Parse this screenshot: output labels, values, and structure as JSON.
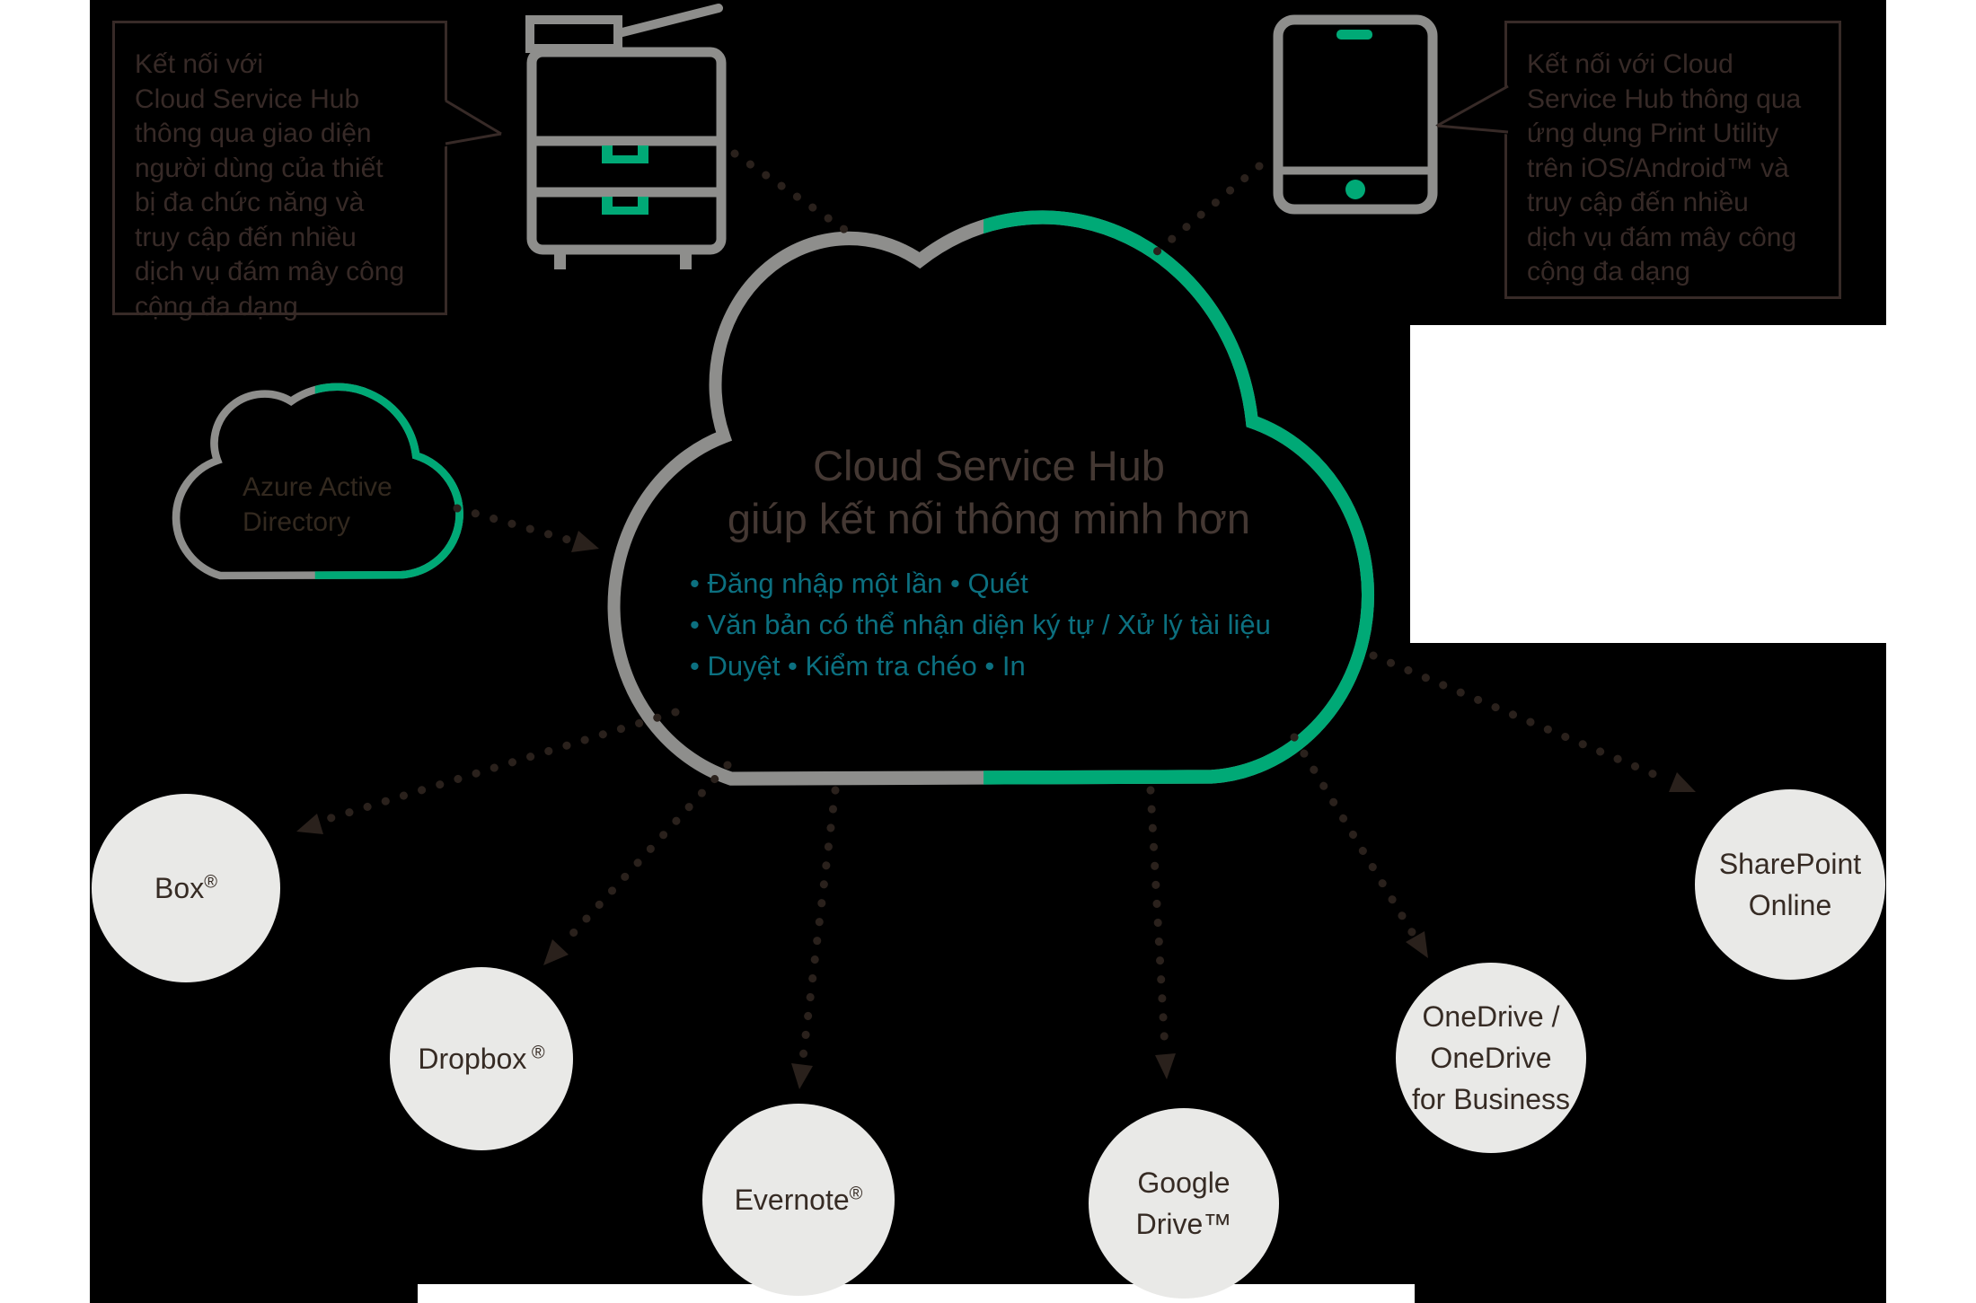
{
  "colors": {
    "background": "#000000",
    "page_margin": "#ffffff",
    "accent_green": "#00a976",
    "line_gray": "#8e8e8c",
    "bullet_teal": "#0c7080",
    "text_dark": "#372a27",
    "hub_title_color": "#443833",
    "circle_fill": "#e9e9e7",
    "connector_brown": "#2a211c"
  },
  "callout_left": {
    "lines": [
      "Kết nối với",
      "Cloud Service Hub",
      "thông qua giao diện",
      "người dùng của thiết",
      "bị đa chức năng và",
      "truy cập đến nhiều",
      "dịch vụ đám mây công",
      "cộng đa dạng"
    ]
  },
  "callout_right": {
    "lines": [
      "Kết nối với Cloud",
      "Service Hub thông qua",
      "ứng dụng Print Utility",
      "trên iOS/Android™ và",
      "truy cập đến nhiều",
      "dịch vụ đám mây công",
      "cộng đa dạng"
    ]
  },
  "azure_cloud": {
    "label_lines": [
      "Azure Active",
      "Directory"
    ]
  },
  "hub_cloud": {
    "title_lines": [
      "Cloud Service Hub",
      "giúp kết nối thông minh hơn"
    ],
    "features": [
      "• Đăng nhập một lần • Quét",
      "• Văn bản có thể nhận diện ký tự / Xử lý tài liệu",
      "• Duyệt • Kiểm tra chéo • In"
    ]
  },
  "services": {
    "box": {
      "name": "Box",
      "mark": "®"
    },
    "dropbox": {
      "name": "Dropbox",
      "mark": " ®"
    },
    "evernote": {
      "name": "Evernote",
      "mark": "®"
    },
    "google_drive": {
      "lines": [
        "Google",
        "Drive™"
      ]
    },
    "onedrive": {
      "lines": [
        "OneDrive /",
        "OneDrive",
        "for Business"
      ]
    },
    "sharepoint": {
      "lines": [
        "SharePoint",
        "Online"
      ]
    }
  }
}
